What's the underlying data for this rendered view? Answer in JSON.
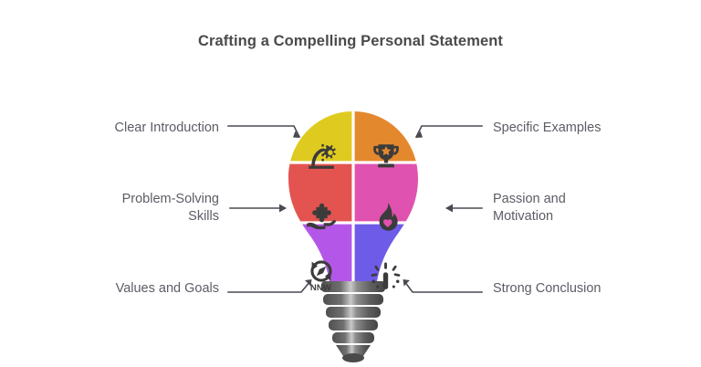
{
  "page": {
    "title": "Crafting a Compelling Personal Statement",
    "background_color": "#ffffff",
    "title_color": "#4a4a4a",
    "label_color": "#5c5c66",
    "connector_color": "#4a4a52"
  },
  "diagram": {
    "shape": "lightbulb",
    "base_color": "#6b6b6b",
    "divider_color": "#ffffff",
    "segments": [
      {
        "id": "clear-introduction",
        "label": "Clear Introduction",
        "color": "#DFCB20",
        "icon": "launch-pad-icon",
        "position": "top-left",
        "callout_side": "left",
        "arrow": "down-right"
      },
      {
        "id": "specific-examples",
        "label": "Specific Examples",
        "color": "#E4882E",
        "icon": "trophy-icon",
        "position": "top-right",
        "callout_side": "right",
        "arrow": "down-left"
      },
      {
        "id": "problem-solving-skills",
        "label": "Problem-Solving\nSkills",
        "color": "#E35450",
        "icon": "hand-puzzle-icon",
        "position": "middle-left",
        "callout_side": "left",
        "arrow": "right"
      },
      {
        "id": "passion-and-motivation",
        "label": "Passion and\nMotivation",
        "color": "#E052AF",
        "icon": "flame-heart-icon",
        "position": "middle-right",
        "callout_side": "right",
        "arrow": "left"
      },
      {
        "id": "values-and-goals",
        "label": "Values and Goals",
        "color": "#B457E8",
        "icon": "compass-icon",
        "icon_caption": "NNW",
        "position": "bottom-left",
        "callout_side": "left",
        "arrow": "up-right"
      },
      {
        "id": "strong-conclusion",
        "label": "Strong Conclusion",
        "color": "#6E5BE8",
        "icon": "magic-wand-icon",
        "position": "bottom-right",
        "callout_side": "right",
        "arrow": "up-left"
      }
    ]
  }
}
